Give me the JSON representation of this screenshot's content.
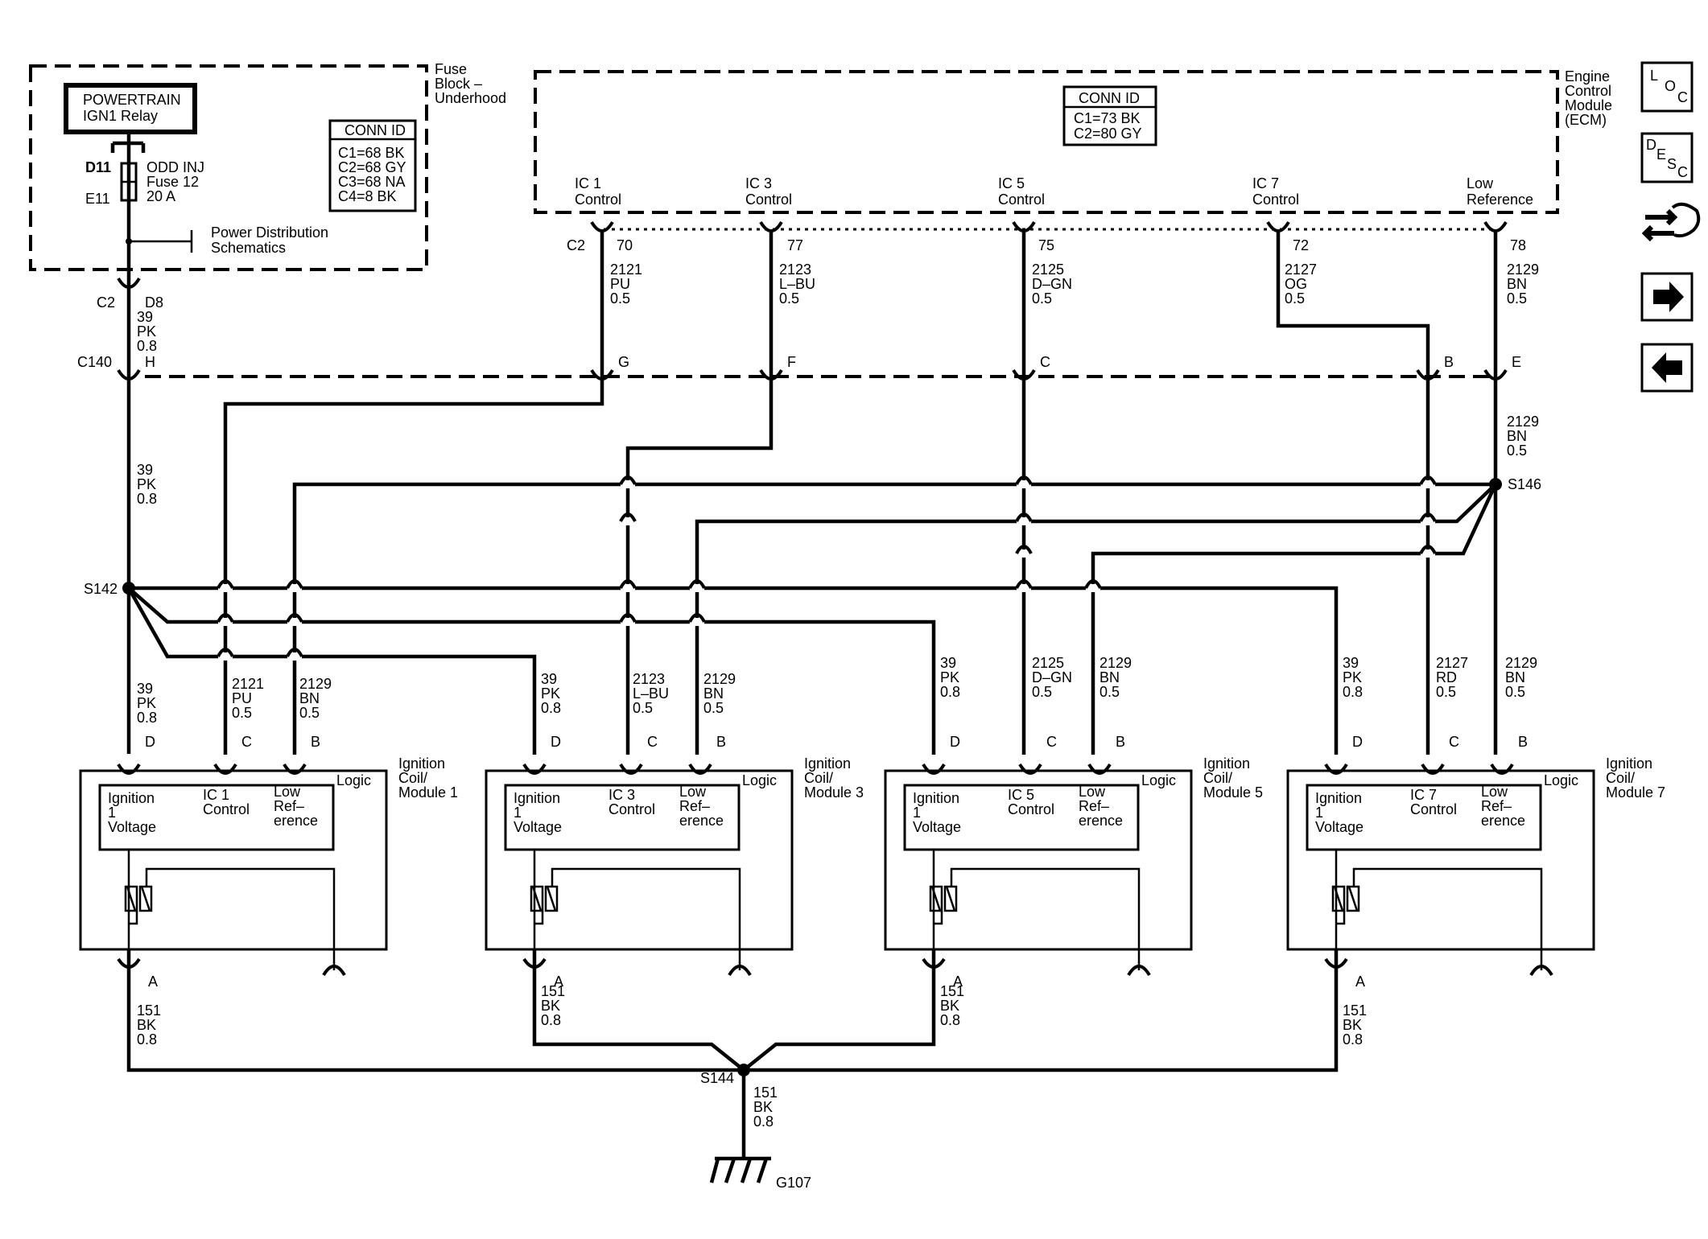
{
  "fuse_block": {
    "label_lines": [
      "Fuse",
      "Block –",
      "Underhood"
    ],
    "relay_lines": [
      "POWERTRAIN",
      "IGN1 Relay"
    ],
    "fuse_in": "D11",
    "fuse_out": "E11",
    "fuse_lines": [
      "ODD INJ",
      "Fuse 12",
      "20 A"
    ],
    "pdist_lines": [
      "Power Distribution",
      "Schematics"
    ],
    "conn_title": "CONN ID",
    "conn_lines": [
      "C1=68 BK",
      "C2=68 GY",
      "C3=68 NA",
      "C4=8 BK"
    ]
  },
  "ecm": {
    "label_lines": [
      "Engine",
      "Control",
      "Module",
      "(ECM)"
    ],
    "conn_title": "CONN ID",
    "conn_lines": [
      "C1=73 BK",
      "C2=80 GY"
    ],
    "connector": "C2",
    "pins": [
      {
        "l1": "IC 1",
        "l2": "Control",
        "pin": "70",
        "circuit": "2121",
        "color": "PU",
        "size": "0.5"
      },
      {
        "l1": "IC 3",
        "l2": "Control",
        "pin": "77",
        "circuit": "2123",
        "color": "L–BU",
        "size": "0.5"
      },
      {
        "l1": "IC 5",
        "l2": "Control",
        "pin": "75",
        "circuit": "2125",
        "color": "D–GN",
        "size": "0.5"
      },
      {
        "l1": "IC 7",
        "l2": "Control",
        "pin": "72",
        "circuit": "2127",
        "color": "OG",
        "size": "0.5"
      },
      {
        "l1": "Low",
        "l2": "Reference",
        "pin": "78",
        "circuit": "2129",
        "color": "BN",
        "size": "0.5"
      }
    ]
  },
  "feed": {
    "c2": "C2",
    "d8": "D8",
    "wire_top": [
      "39",
      "PK",
      "0.8"
    ],
    "c140": "C140",
    "wire_mid": [
      "39",
      "PK",
      "0.8"
    ]
  },
  "c140_pins": {
    "h": "H",
    "g": "G",
    "f": "F",
    "c": "C",
    "b": "B",
    "e": "E"
  },
  "s146": {
    "label": "S146",
    "wire": [
      "2129",
      "BN",
      "0.5"
    ]
  },
  "s142": {
    "label": "S142"
  },
  "coil_wires": [
    [
      "39",
      "PK",
      "0.8"
    ],
    [
      "2121",
      "PU",
      "0.5"
    ],
    [
      "2129",
      "BN",
      "0.5"
    ],
    [
      "39",
      "PK",
      "0.8"
    ],
    [
      "2123",
      "L–BU",
      "0.5"
    ],
    [
      "2129",
      "BN",
      "0.5"
    ],
    [
      "39",
      "PK",
      "0.8"
    ],
    [
      "2125",
      "D–GN",
      "0.5"
    ],
    [
      "2129",
      "BN",
      "0.5"
    ],
    [
      "39",
      "PK",
      "0.8"
    ],
    [
      "2127",
      "RD",
      "0.5"
    ],
    [
      "2129",
      "BN",
      "0.5"
    ]
  ],
  "coil_pins": {
    "d": "D",
    "c": "C",
    "b": "B",
    "a": "A"
  },
  "modules": [
    {
      "name": [
        "Ignition",
        "Coil/",
        "Module 1"
      ],
      "ic": [
        "IC 1",
        "Control"
      ]
    },
    {
      "name": [
        "Ignition",
        "Coil/",
        "Module 3"
      ],
      "ic": [
        "IC 3",
        "Control"
      ]
    },
    {
      "name": [
        "Ignition",
        "Coil/",
        "Module 5"
      ],
      "ic": [
        "IC 5",
        "Control"
      ]
    },
    {
      "name": [
        "Ignition",
        "Coil/",
        "Module 7"
      ],
      "ic": [
        "IC 7",
        "Control"
      ]
    }
  ],
  "module_common": {
    "logic": "Logic",
    "ign": [
      "Ignition",
      "1",
      "Voltage"
    ],
    "lowref": [
      "Low",
      "Ref–",
      "erence"
    ]
  },
  "ground_wires": [
    [
      "151",
      "BK",
      "0.8"
    ],
    [
      "151",
      "BK",
      "0.8"
    ],
    [
      "151",
      "BK",
      "0.8"
    ],
    [
      "151",
      "BK",
      "0.8"
    ]
  ],
  "s144": {
    "label": "S144",
    "wire": [
      "151",
      "BK",
      "0.8"
    ]
  },
  "ground": "G107",
  "nav": {
    "loc": [
      "L",
      "O",
      "C"
    ],
    "desc": [
      "D",
      "E",
      "S",
      "C"
    ]
  }
}
